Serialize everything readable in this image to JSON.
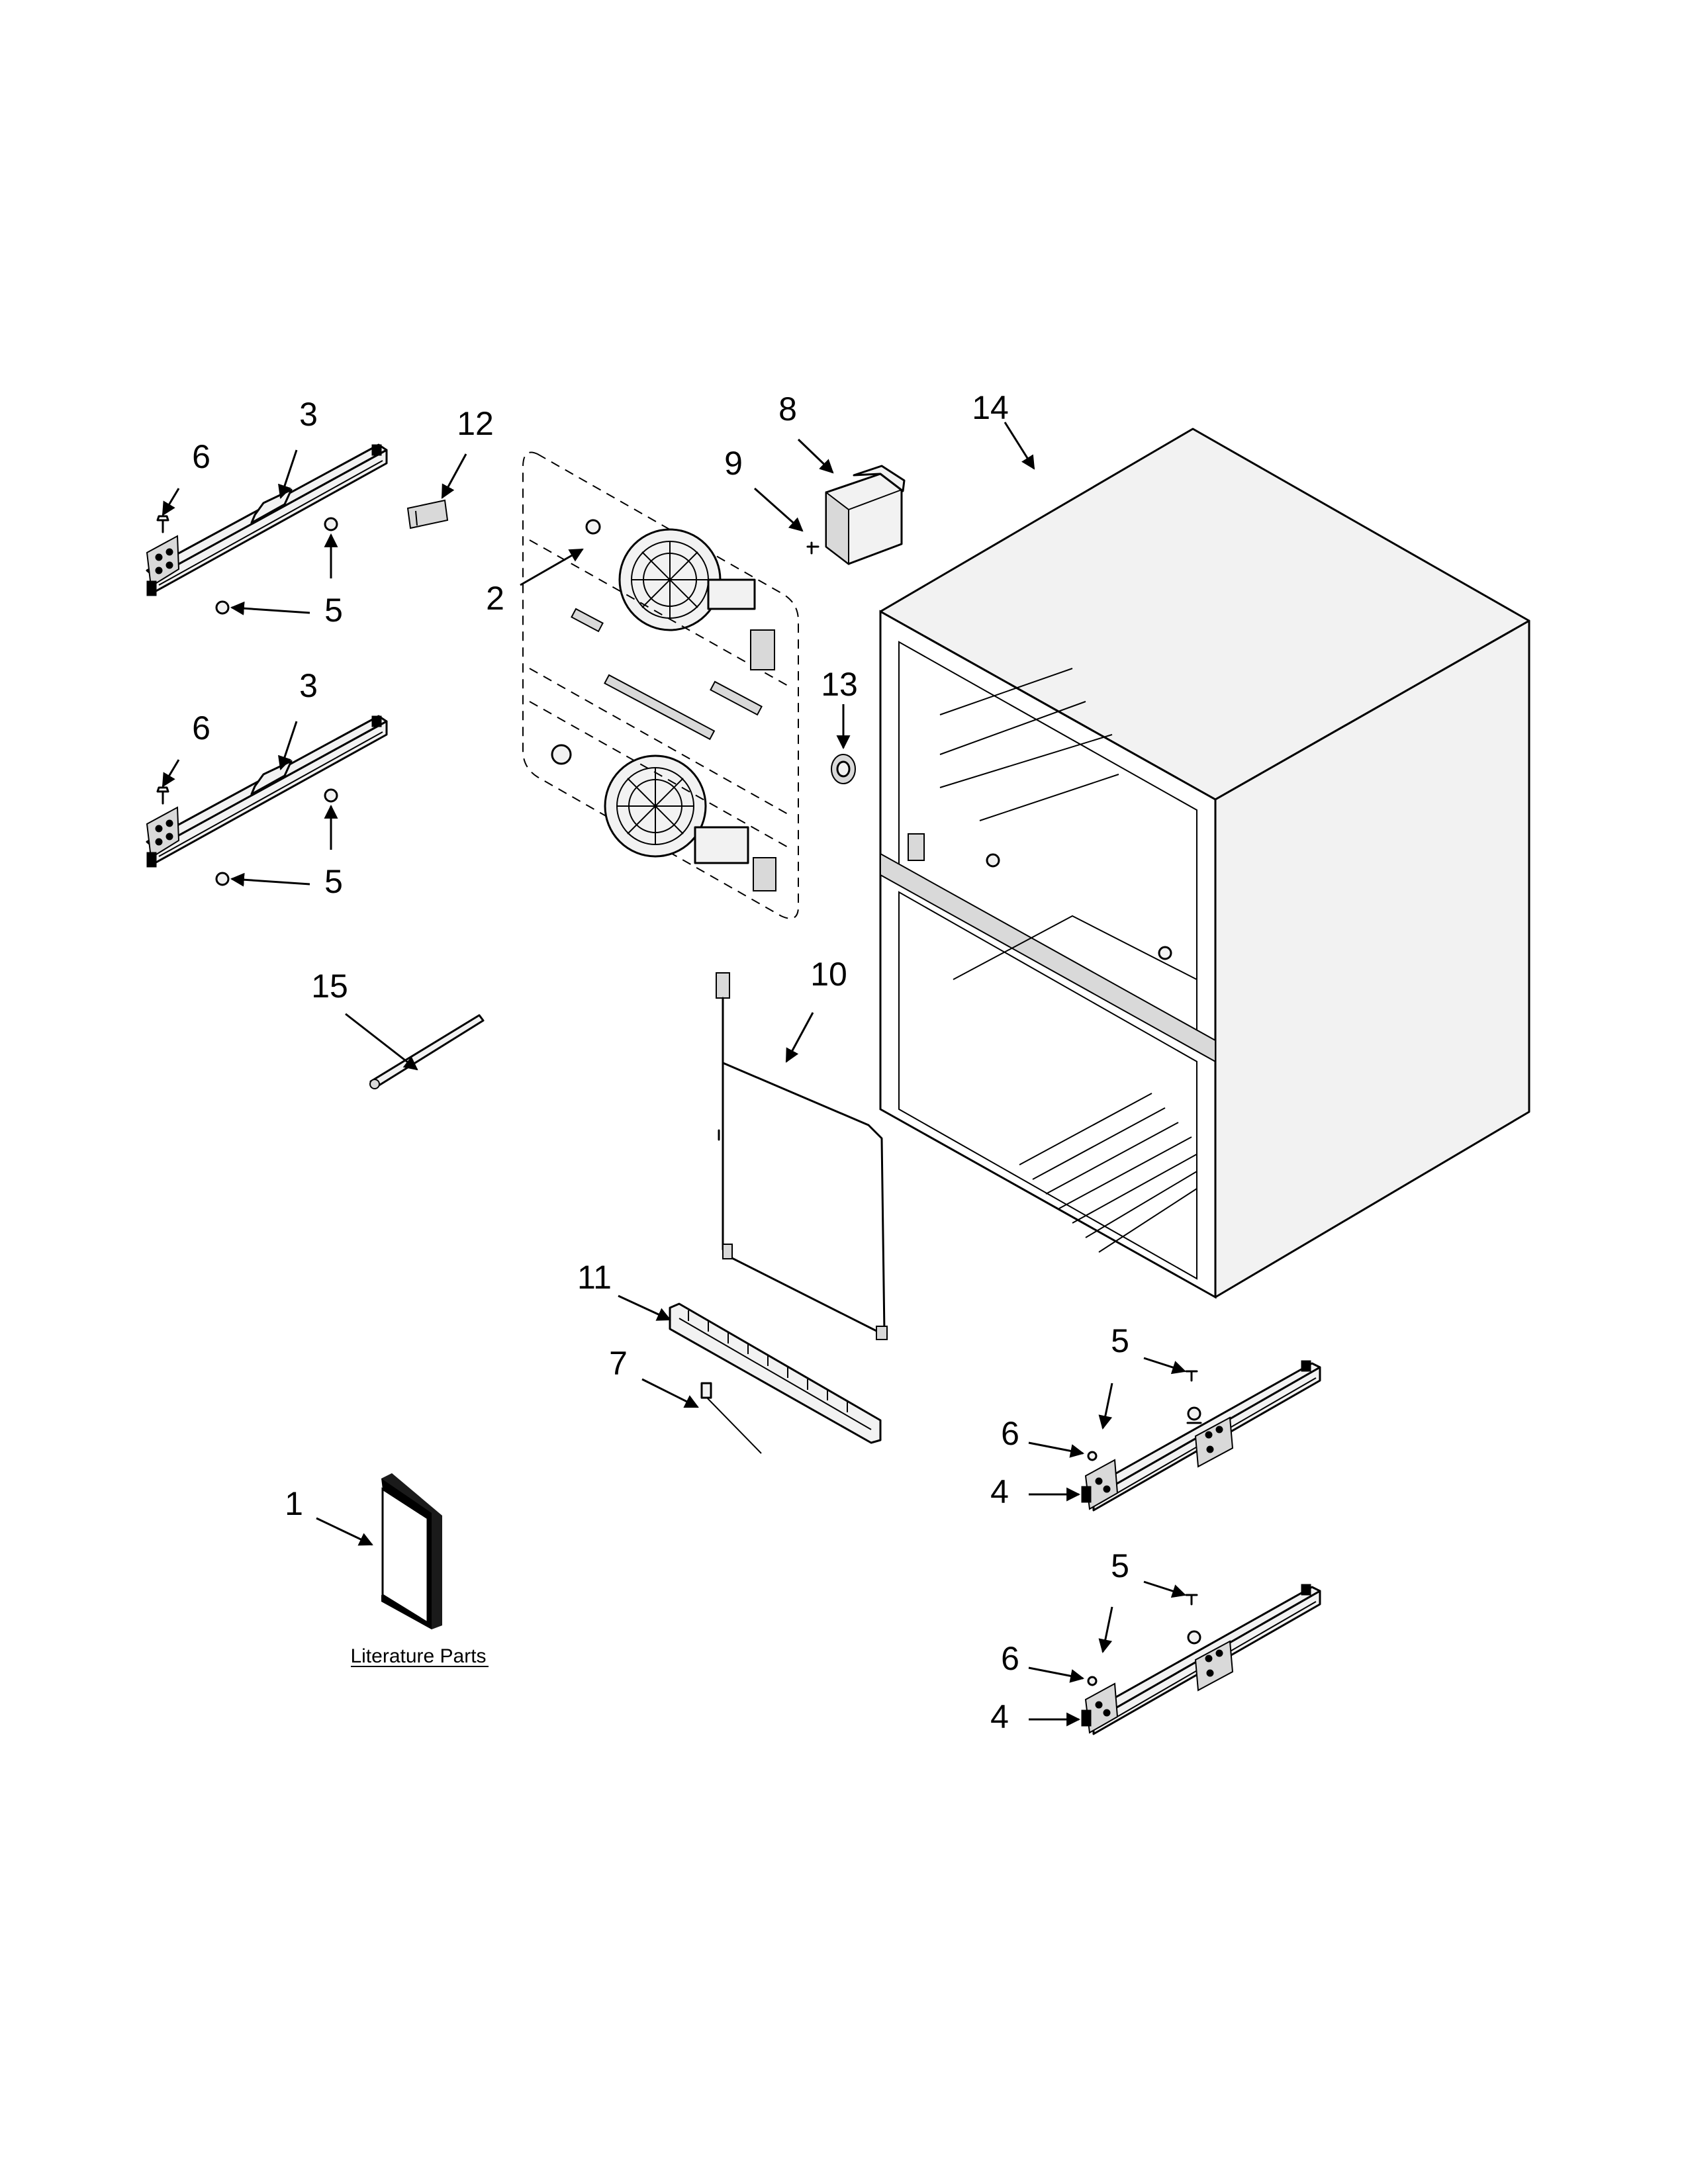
{
  "literature": {
    "caption": "Literature Parts"
  },
  "callouts": [
    {
      "id": "c-6a",
      "label": "6"
    },
    {
      "id": "c-3a",
      "label": "3"
    },
    {
      "id": "c-5a",
      "label": "5"
    },
    {
      "id": "c-6b",
      "label": "6"
    },
    {
      "id": "c-3b",
      "label": "3"
    },
    {
      "id": "c-5b",
      "label": "5"
    },
    {
      "id": "c-12",
      "label": "12"
    },
    {
      "id": "c-2",
      "label": "2"
    },
    {
      "id": "c-8",
      "label": "8"
    },
    {
      "id": "c-9",
      "label": "9"
    },
    {
      "id": "c-13",
      "label": "13"
    },
    {
      "id": "c-14",
      "label": "14"
    },
    {
      "id": "c-15",
      "label": "15"
    },
    {
      "id": "c-10",
      "label": "10"
    },
    {
      "id": "c-11",
      "label": "11"
    },
    {
      "id": "c-7",
      "label": "7"
    },
    {
      "id": "c-1",
      "label": "1"
    },
    {
      "id": "c-5c",
      "label": "5"
    },
    {
      "id": "c-6c",
      "label": "6"
    },
    {
      "id": "c-4a",
      "label": "4"
    },
    {
      "id": "c-5d",
      "label": "5"
    },
    {
      "id": "c-6d",
      "label": "6"
    },
    {
      "id": "c-4b",
      "label": "4"
    }
  ]
}
